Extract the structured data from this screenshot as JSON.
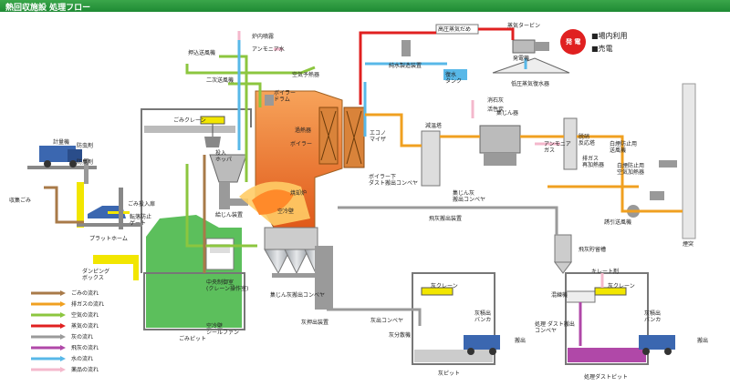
{
  "header": {
    "title": "熱回収施設 処理フロー"
  },
  "labels": {
    "truck_scale": "計量機",
    "collection_garbage": "収集ごみ",
    "deodor_spray": "防虫剤",
    "deodor_spray2": "防臭剤",
    "platform": "プラットホーム",
    "garbage_inlet": "ごみ投入扉",
    "fall_prevention": "転落防止\nゲート",
    "dumping_box": "ダンピング\nボックス",
    "garbage_pit": "ごみピット",
    "crane": "ごみクレーン",
    "hopper": "投入\nホッパ",
    "push_fan": "押込送風機",
    "secondary_fan": "二次送風機",
    "furnace_chem": "炉内噴霧",
    "ammonia": "アンモニア水",
    "air_preheater": "空気予熱器",
    "boiler_drum": "ボイラー\nドラム",
    "boiler": "ボイラー",
    "superheater": "過熱器",
    "incinerator": "焼却炉",
    "cooling_chamber": "空冷壁",
    "economizer": "エコノ\nマイザ",
    "boiler_conveyor": "ボイラー下\nダスト搬出コンベヤ",
    "dust_conveyor_l": "集じん灰搬出コンベヤ",
    "ash_out": "灰押出装置",
    "control_room": "中央制御室\n(クレーン操作室)",
    "feeder": "給じん装置",
    "air_fan": "空冷壁\nシールファン",
    "hp_steam": "高圧蒸気だめ",
    "turbine": "蒸気タービン",
    "generator": "発電機",
    "power": "発 電",
    "power_use": "■場内利用",
    "power_sell": "■売電",
    "pure_water": "純水製造装置",
    "condensate_tank": "復水\nタンク",
    "lp_condenser": "低圧蒸気復水器",
    "quench": "減温塔",
    "lime": "消石灰",
    "activated_carbon": "活性炭",
    "bag_filter": "集じん器",
    "ammonia_gas": "アンモニア\nガス",
    "denitration": "脱硝\n反応塔",
    "exhaust_reheater": "排ガス\n再加熱器",
    "white_smoke_fan": "白煙防止用\n送風機",
    "white_smoke_heater": "白煙防止用\n空気加熱器",
    "induced_fan": "誘引送風機",
    "chimney": "煙突",
    "bag_conveyor": "集じん灰\n搬出コンベヤ",
    "fly_ash_conveyor": "飛灰搬出装置",
    "fly_ash_silo": "飛灰貯留槽",
    "chelate": "キレート剤",
    "mixer": "混練機",
    "treated_conveyor": "処理 ダスト搬出\nコンベヤ",
    "ash_crane": "灰クレーン",
    "ash_crane2": "灰クレーン",
    "ash_conveyor": "灰出コンベヤ",
    "ash_sorter": "灰分散機",
    "ash_bunker": "灰積出\nバンカ",
    "ash_bunker2": "灰積出\nバンカ",
    "ash_pit": "灰ピット",
    "treated_pit": "処理ダストピット",
    "carry_out": "搬出",
    "carry_out2": "搬出"
  },
  "legend": [
    {
      "label": "ごみの流れ",
      "color": "#a87a48"
    },
    {
      "label": "排ガスの流れ",
      "color": "#f0a020"
    },
    {
      "label": "空気の流れ",
      "color": "#8cc63f"
    },
    {
      "label": "蒸気の流れ",
      "color": "#e02020"
    },
    {
      "label": "灰の流れ",
      "color": "#9a9a9a"
    },
    {
      "label": "飛灰の流れ",
      "color": "#b048a8"
    },
    {
      "label": "水の流れ",
      "color": "#58b8e8"
    },
    {
      "label": "薬品の流れ",
      "color": "#f4b8cc"
    }
  ]
}
